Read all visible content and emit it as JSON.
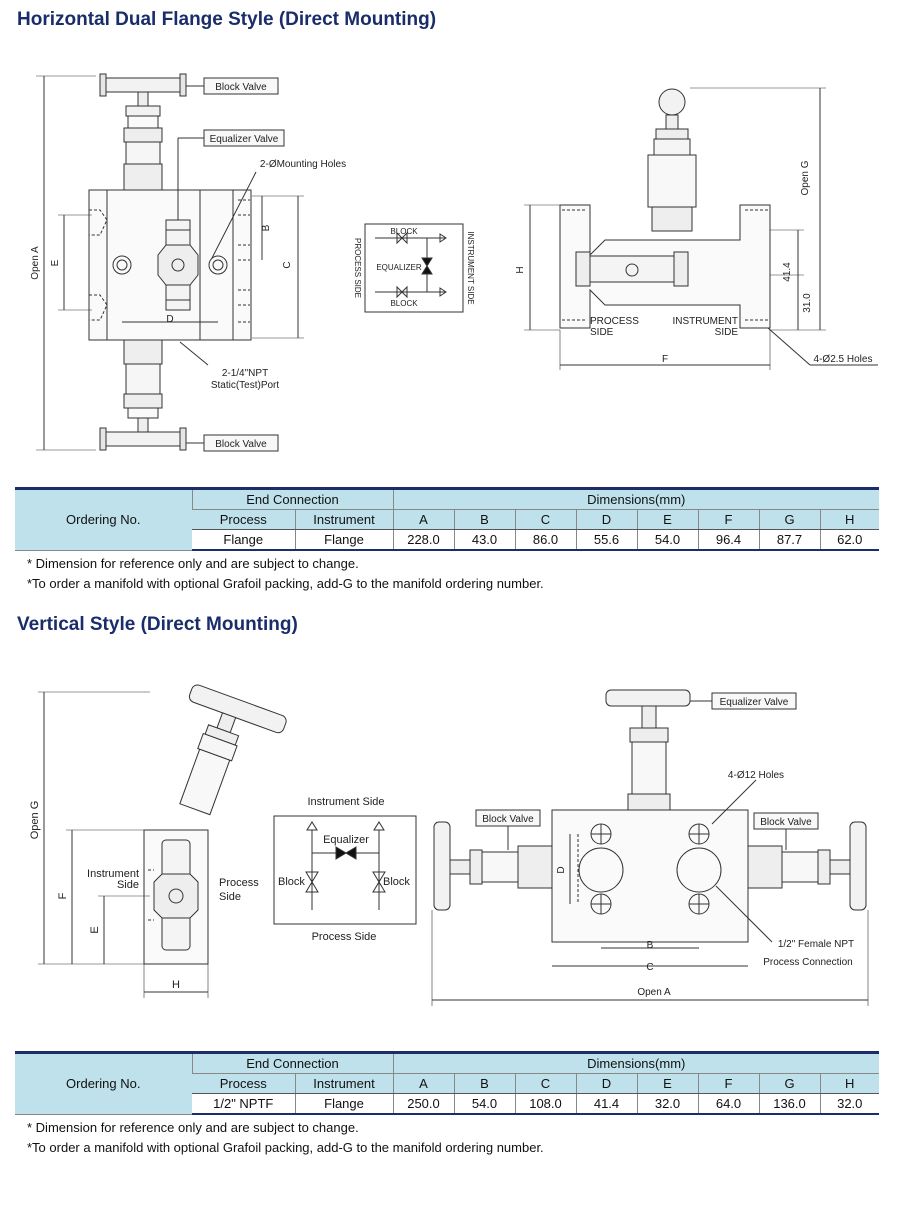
{
  "section1": {
    "title": "Horizontal Dual Flange Style (Direct Mounting)",
    "labels": {
      "block_valve_top": "Block Valve",
      "equalizer_valve": "Equalizer Valve",
      "mounting_holes": "2-ØMounting Holes",
      "npt_port_1": "2-1/4\"NPT",
      "npt_port_2": "Static(Test)Port",
      "block_valve_bottom": "Block Valve",
      "dim_open_a": "Open A",
      "dim_e": "E",
      "dim_b": "B",
      "dim_c": "C",
      "dim_d": "D",
      "schematic_block_top": "BLOCK",
      "schematic_equalizer": "EQUALIZER",
      "schematic_block_bottom": "BLOCK",
      "schematic_process_side": "PROCESS SIDE",
      "schematic_instrument_side": "INSTRUMENT SIDE",
      "dim_open_g": "Open G",
      "dim_h": "H",
      "dim_41_4": "41.4",
      "dim_31_0": "31.0",
      "process_side_1": "PROCESS",
      "process_side_2": "SIDE",
      "instrument_side_1": "INSTRUMENT",
      "instrument_side_2": "SIDE",
      "dim_f": "F",
      "holes": "4-Ø2.5 Holes"
    },
    "table": {
      "ordering_no": "Ordering No.",
      "end_connection": "End Connection",
      "dimensions": "Dimensions(mm)",
      "sub_headers": [
        "Process",
        "Instrument",
        "A",
        "B",
        "C",
        "D",
        "E",
        "F",
        "G",
        "H"
      ],
      "row": [
        "Flange",
        "Flange",
        "228.0",
        "43.0",
        "86.0",
        "55.6",
        "54.0",
        "96.4",
        "87.7",
        "62.0"
      ]
    },
    "notes": [
      "* Dimension for reference only and are subject to change.",
      "*To order a manifold with optional Grafoil packing, add-G to the manifold ordering number."
    ]
  },
  "section2": {
    "title": "Vertical Style (Direct Mounting)",
    "labels": {
      "dim_open_g": "Open G",
      "dim_f": "F",
      "dim_e": "E",
      "dim_h": "H",
      "instrument_side_1": "Instrument",
      "instrument_side_2": "Side",
      "process_side_1": "Process",
      "process_side_2": "Side",
      "schematic_instrument_side": "Instrument Side",
      "schematic_equalizer": "Equalizer",
      "schematic_block_left": "Block",
      "schematic_block_right": "Block",
      "schematic_process_side": "Process Side",
      "equalizer_valve": "Equalizer Valve",
      "holes": "4-Ø12 Holes",
      "block_valve_left": "Block Valve",
      "block_valve_right": "Block Valve",
      "dim_d": "D",
      "dim_b": "B",
      "dim_c": "C",
      "dim_open_a": "Open A",
      "female_npt": "1/2\" Female NPT",
      "process_connection": "Process Connection"
    },
    "table": {
      "ordering_no": "Ordering No.",
      "end_connection": "End Connection",
      "dimensions": "Dimensions(mm)",
      "sub_headers": [
        "Process",
        "Instrument",
        "A",
        "B",
        "C",
        "D",
        "E",
        "F",
        "G",
        "H"
      ],
      "row": [
        "1/2\" NPTF",
        "Flange",
        "250.0",
        "54.0",
        "108.0",
        "41.4",
        "32.0",
        "64.0",
        "136.0",
        "32.0"
      ]
    },
    "notes": [
      "* Dimension for reference only and are subject to change.",
      "*To order a manifold with optional Grafoil packing, add-G to the manifold ordering number."
    ]
  },
  "colors": {
    "title": "#1a2d6b",
    "table_header_bg": "#bfe1ec",
    "table_rule": "#1c2d68"
  }
}
